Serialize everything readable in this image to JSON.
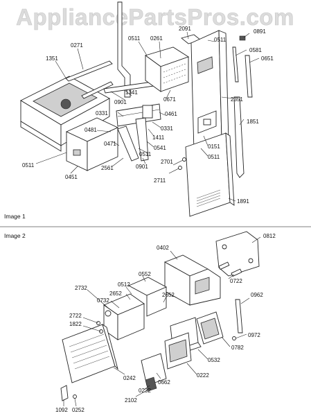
{
  "watermark": "AppliancePartsPros.com",
  "sections": [
    {
      "title": "Image 1"
    },
    {
      "title": "Image 2"
    }
  ],
  "parts": [
    {
      "id": "0271"
    },
    {
      "id": "1351"
    },
    {
      "id": "0511"
    },
    {
      "id": "0261"
    },
    {
      "id": "2091"
    },
    {
      "id": "0511"
    },
    {
      "id": "0891"
    },
    {
      "id": "0581"
    },
    {
      "id": "0651"
    },
    {
      "id": "1341"
    },
    {
      "id": "0901"
    },
    {
      "id": "0671"
    },
    {
      "id": "2351"
    },
    {
      "id": "0461"
    },
    {
      "id": "0331"
    },
    {
      "id": "0331"
    },
    {
      "id": "0481"
    },
    {
      "id": "1411"
    },
    {
      "id": "1851"
    },
    {
      "id": "0541"
    },
    {
      "id": "0471"
    },
    {
      "id": "0511"
    },
    {
      "id": "0151"
    },
    {
      "id": "0511"
    },
    {
      "id": "0511"
    },
    {
      "id": "2561"
    },
    {
      "id": "0901"
    },
    {
      "id": "2701"
    },
    {
      "id": "0451"
    },
    {
      "id": "2711"
    },
    {
      "id": "1891"
    },
    {
      "id": "0812"
    },
    {
      "id": "0402"
    },
    {
      "id": "0722"
    },
    {
      "id": "0552"
    },
    {
      "id": "2732"
    },
    {
      "id": "0512"
    },
    {
      "id": "0732"
    },
    {
      "id": "2652"
    },
    {
      "id": "2652"
    },
    {
      "id": "0962"
    },
    {
      "id": "2722"
    },
    {
      "id": "1822"
    },
    {
      "id": "0972"
    },
    {
      "id": "0782"
    },
    {
      "id": "0532"
    },
    {
      "id": "0222"
    },
    {
      "id": "0662"
    },
    {
      "id": "0242"
    },
    {
      "id": "0232"
    },
    {
      "id": "2102"
    },
    {
      "id": "1092"
    },
    {
      "id": "0252"
    }
  ]
}
